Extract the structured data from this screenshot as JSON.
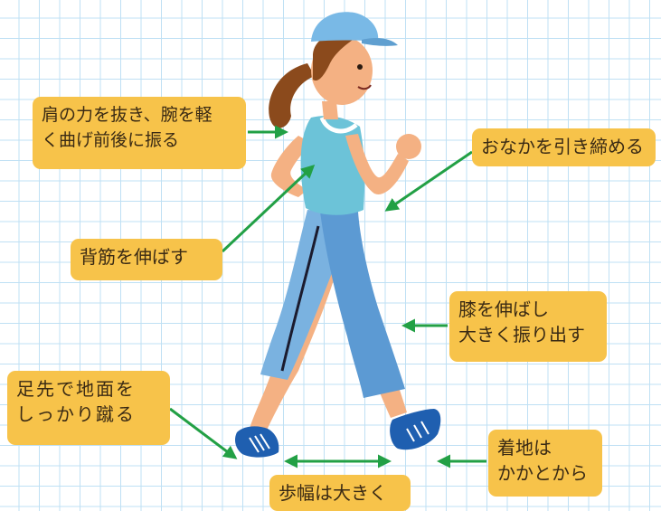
{
  "labels": {
    "shoulder": "肩の力を抜き、腕を軽\nく曲げ前後に振る",
    "belly": "おなかを引き締める",
    "back": "背筋を伸ばす",
    "knee": "膝を伸ばし\n大きく振り出す",
    "toe": "足先で地面を\nしっかり蹴る",
    "heel": "着地は\nかかとから",
    "stride": "歩幅は大きく"
  },
  "colors": {
    "label_bg": "#f7c34a",
    "arrow": "#22a045",
    "grid": "#bfe0f4",
    "cap": "#79b9e6",
    "shirt": "#6cc3d8",
    "pants": "#7ab2e0",
    "skin": "#f4b183",
    "hair": "#8b4a1c",
    "shoe": "#1f5fb0"
  }
}
